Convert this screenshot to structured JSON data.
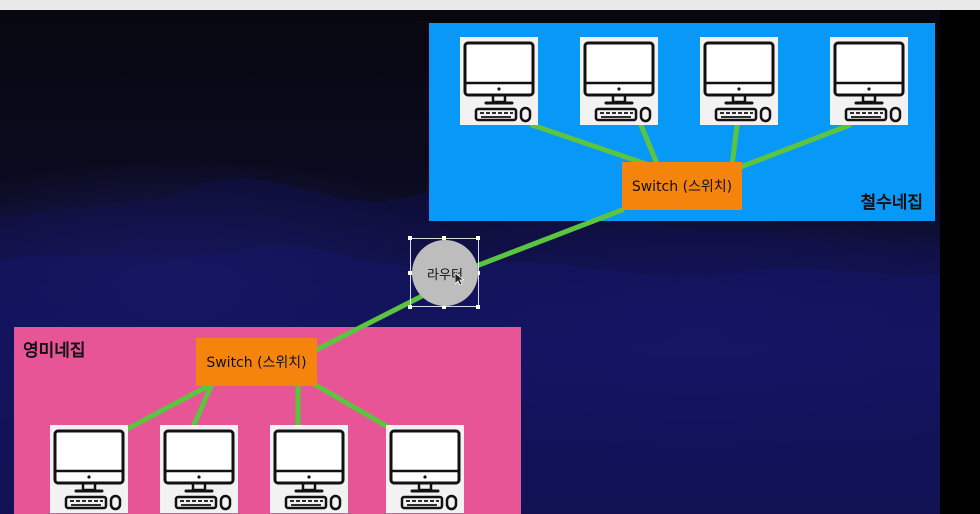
{
  "houses": {
    "chulsoo": {
      "label": "철수네집",
      "color": "#0898f7",
      "switch_label": "Switch (스위치)",
      "computer_count": 4
    },
    "youngmi": {
      "label": "영미네집",
      "color": "#e75596",
      "switch_label": "Switch (스위치)",
      "computer_count": 4
    }
  },
  "router": {
    "label": "라우터",
    "color": "#bdbdbd",
    "selected": true
  },
  "colors": {
    "link": "#5cc53f",
    "switch": "#f4840c",
    "computer_bg": "#f2f2f2"
  },
  "icons": {
    "computer": "desktop-computer-icon",
    "cursor": "mouse-pointer-icon"
  }
}
